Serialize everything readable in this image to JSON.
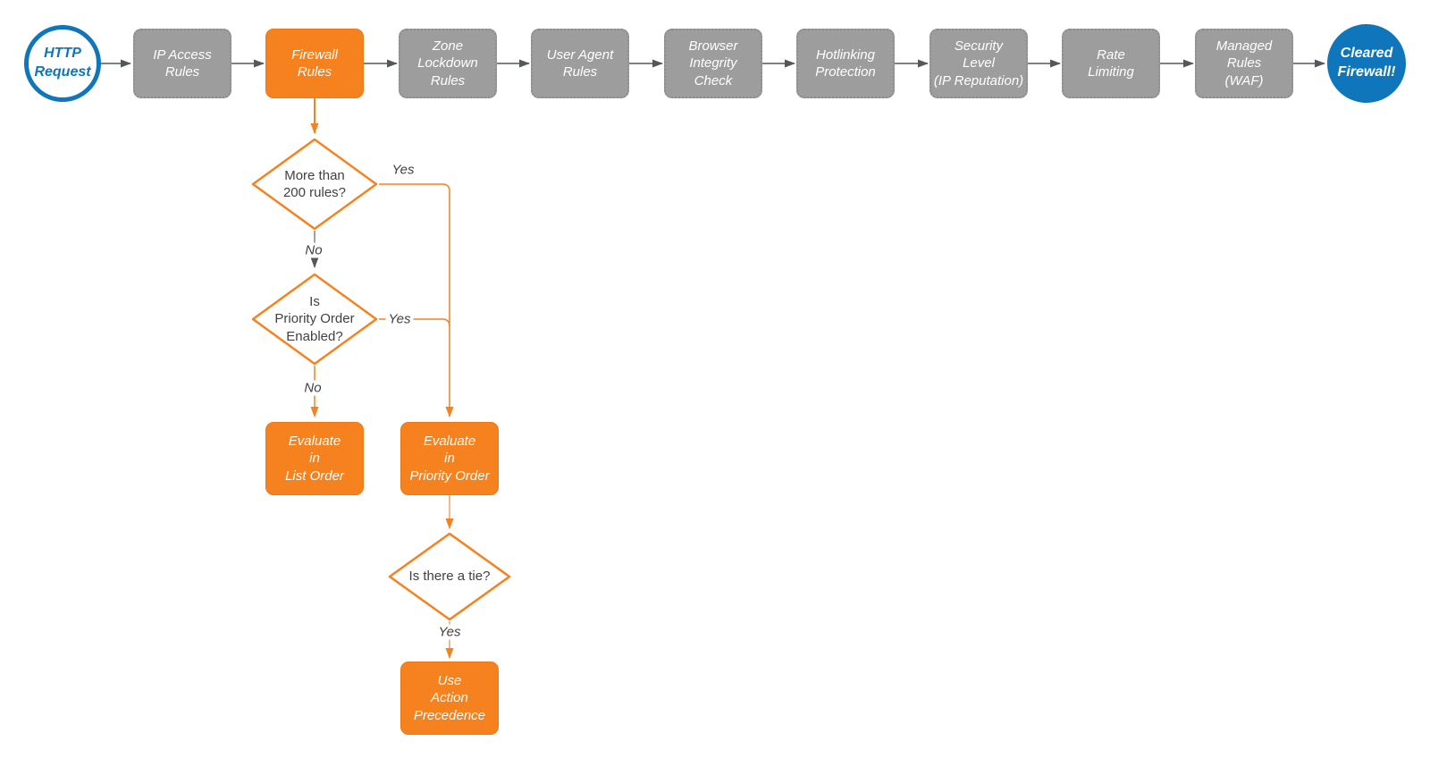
{
  "colors": {
    "orange": "#F6821F",
    "orange_border": "#EE7814",
    "gray_fill": "#9D9D9D",
    "gray_border": "#8C8C8C",
    "arrow_gray": "#54585A",
    "blue": "#1076BC",
    "text_dark": "#414042",
    "white": "#FFFFFF"
  },
  "pipeline": {
    "start": {
      "label": "HTTP\nRequest"
    },
    "steps": [
      {
        "label": "IP Access\nRules"
      },
      {
        "label": "Firewall\nRules"
      },
      {
        "label": "Zone\nLockdown\nRules"
      },
      {
        "label": "User Agent\nRules"
      },
      {
        "label": "Browser\nIntegrity\nCheck"
      },
      {
        "label": "Hotlinking\nProtection"
      },
      {
        "label": "Security\nLevel\n(IP Reputation)"
      },
      {
        "label": "Rate\nLimiting"
      },
      {
        "label": "Managed\nRules\n(WAF)"
      }
    ],
    "end": {
      "label": "Cleared\nFirewall!"
    }
  },
  "decision_flow": {
    "decisions": [
      {
        "label": "More than\n200 rules?",
        "yes": "Yes",
        "no": "No"
      },
      {
        "label": "Is\nPriority Order\nEnabled?",
        "yes": "Yes",
        "no": "No"
      },
      {
        "label": "Is there a tie?",
        "yes": "Yes"
      }
    ],
    "outcomes": [
      {
        "label": "Evaluate\nin\nList Order"
      },
      {
        "label": "Evaluate\nin\nPriority Order"
      },
      {
        "label": "Use\nAction\nPrecedence"
      }
    ]
  }
}
